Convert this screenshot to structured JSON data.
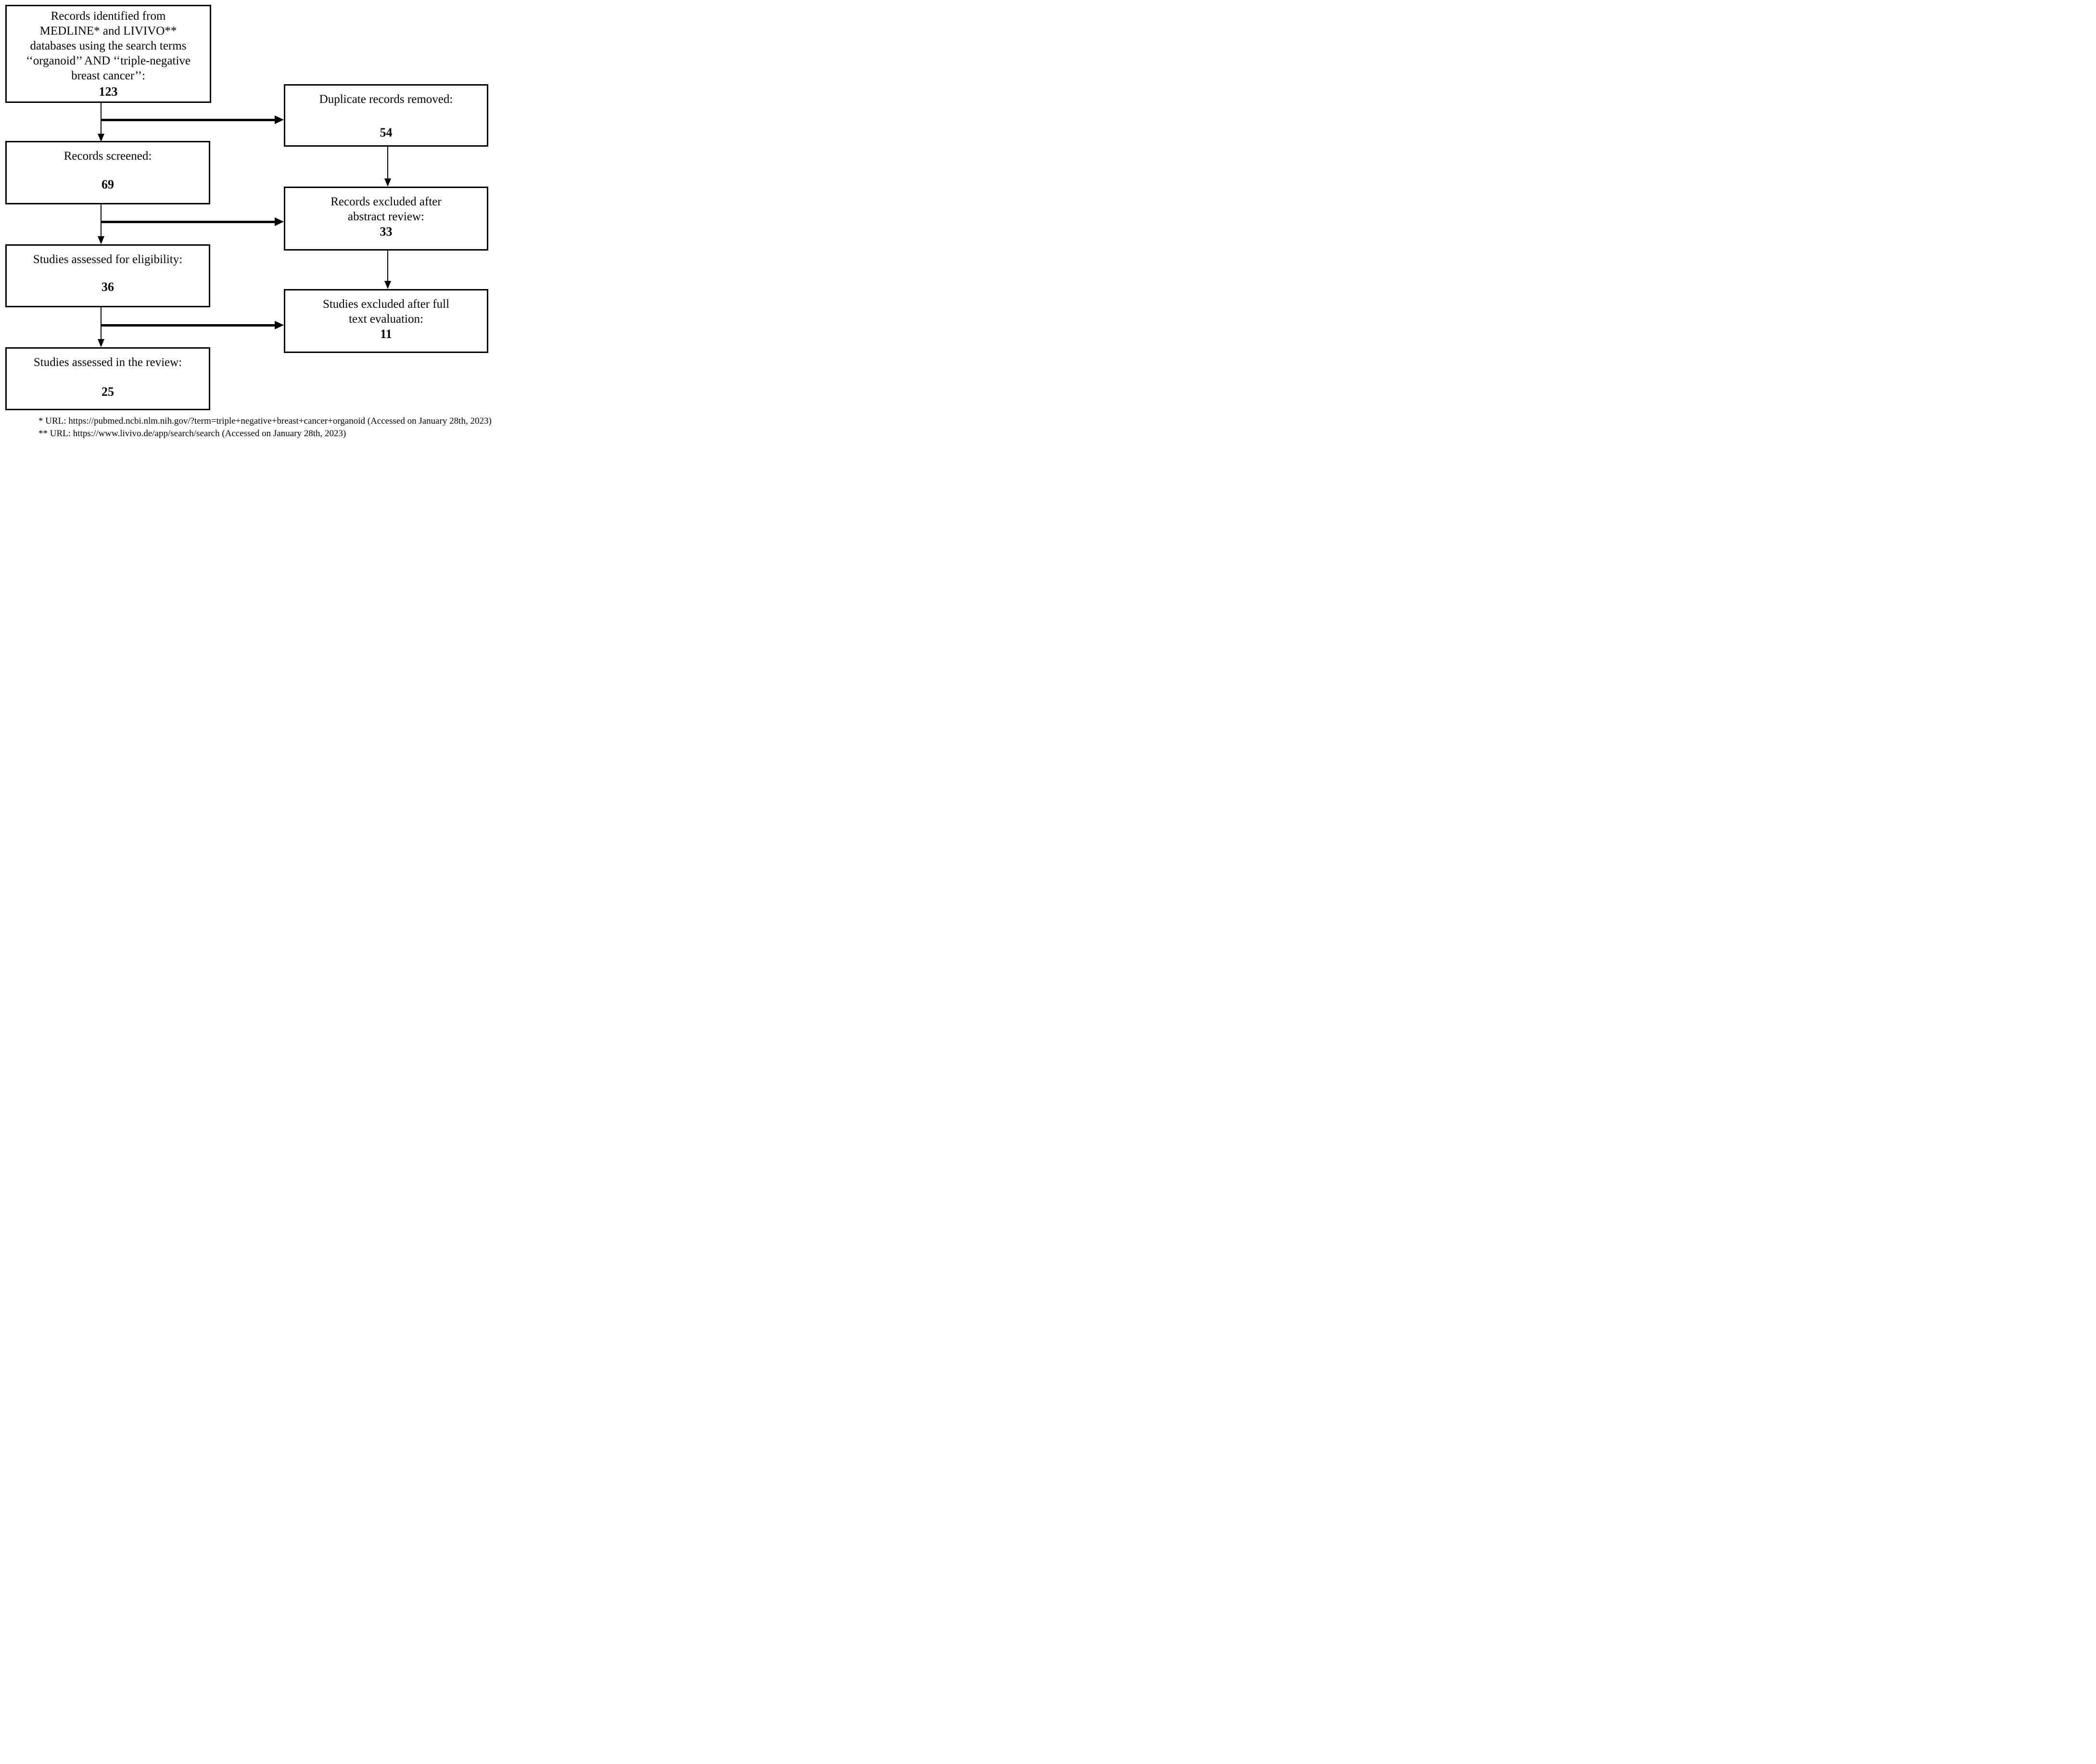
{
  "diagram": {
    "type": "prisma-flowchart",
    "boxes": {
      "identified": {
        "label": "Records identified from\nMEDLINE* and LIVIVO**\ndatabases using the search terms\n‘‘organoid’’ AND ‘‘triple-negative\nbreast cancer’’:",
        "count": "123"
      },
      "duplicates_removed": {
        "label": "Duplicate records removed:",
        "count": "54"
      },
      "screened": {
        "label": "Records screened:",
        "count": "69"
      },
      "excluded_abstract": {
        "label": "Records excluded after\nabstract review:",
        "count": "33"
      },
      "eligibility": {
        "label": "Studies assessed for eligibility:",
        "count": "36"
      },
      "excluded_fulltext": {
        "label": "Studies excluded after full\ntext evaluation:",
        "count": "11"
      },
      "included": {
        "label": "Studies assessed in the review:",
        "count": "25"
      }
    },
    "connections": [
      {
        "from": "identified",
        "to": "screened"
      },
      {
        "from": "identified",
        "to": "duplicates_removed"
      },
      {
        "from": "duplicates_removed",
        "to": "excluded_abstract"
      },
      {
        "from": "screened",
        "to": "excluded_abstract"
      },
      {
        "from": "screened",
        "to": "eligibility"
      },
      {
        "from": "excluded_abstract",
        "to": "excluded_fulltext"
      },
      {
        "from": "eligibility",
        "to": "excluded_fulltext"
      },
      {
        "from": "eligibility",
        "to": "included"
      }
    ],
    "footnotes": {
      "medline": "* URL: https://pubmed.ncbi.nlm.nih.gov/?term=triple+negative+breast+cancer+organoid (Accessed on January 28th, 2023)",
      "livivo": "** URL: https://www.livivo.de/app/search/search (Accessed on January 28th, 2023)"
    }
  }
}
